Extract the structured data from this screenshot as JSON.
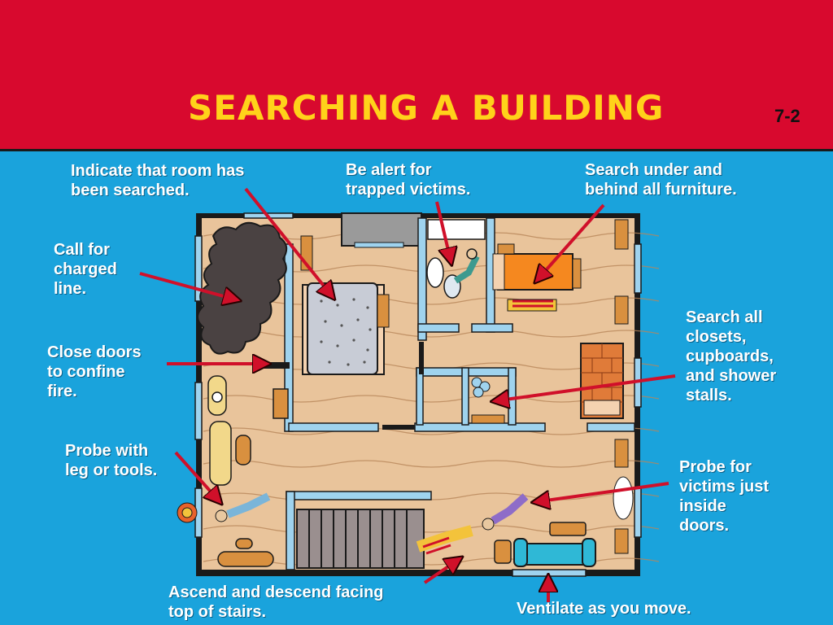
{
  "header": {
    "title": "SEARCHING A BUILDING",
    "code": "7-2"
  },
  "labels": {
    "indicate": "Indicate that room has\nbeen searched.",
    "alert": "Be alert for\ntrapped victims.",
    "furniture": "Search under and\nbehind all furniture.",
    "charged": "Call for\ncharged\nline.",
    "close_doors": "Close doors\nto confine\nfire.",
    "closets": "Search all\nclosets,\ncupboards,\nand shower\nstalls.",
    "probe_leg": "Probe with\nleg or tools.",
    "probe_doors": "Probe for\nvictims just\ninside\ndoors.",
    "stairs": "Ascend and descend facing\ntop of stairs.",
    "ventilate": "Ventilate as you move."
  },
  "colors": {
    "banner": "#d8092e",
    "title": "#ffd21a",
    "background": "#1aa3dc",
    "floor": "#e9c49b",
    "wall": "#9fd3ee",
    "arrow": "#d0102a",
    "smoke": "#4a4242",
    "bed_orange": "#f5881f"
  }
}
